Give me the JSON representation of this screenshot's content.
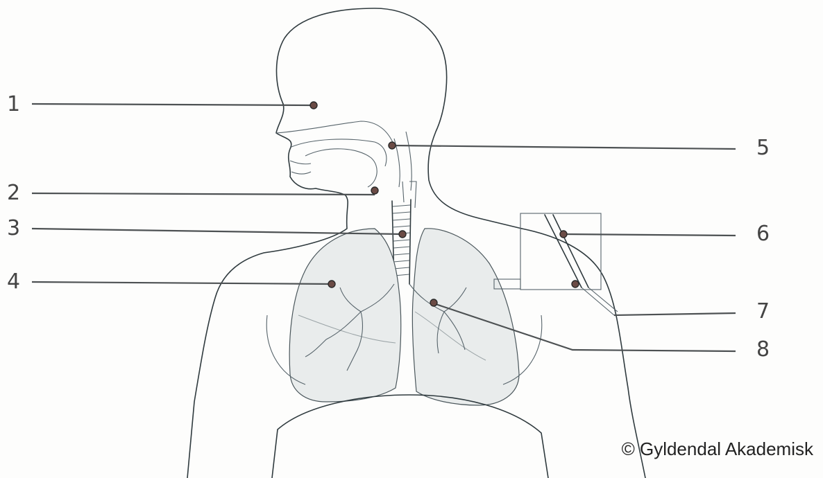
{
  "labels": {
    "n1": "1",
    "n2": "2",
    "n3": "3",
    "n4": "4",
    "n5": "5",
    "n6": "6",
    "n7": "7",
    "n8": "8"
  },
  "copyright": "© Gyldendal Akademisk",
  "colors": {
    "outline": "#2f3a3e",
    "lung_fill": "#e9ecec",
    "marker": "#6b4b45",
    "leader": "#4d5153"
  }
}
